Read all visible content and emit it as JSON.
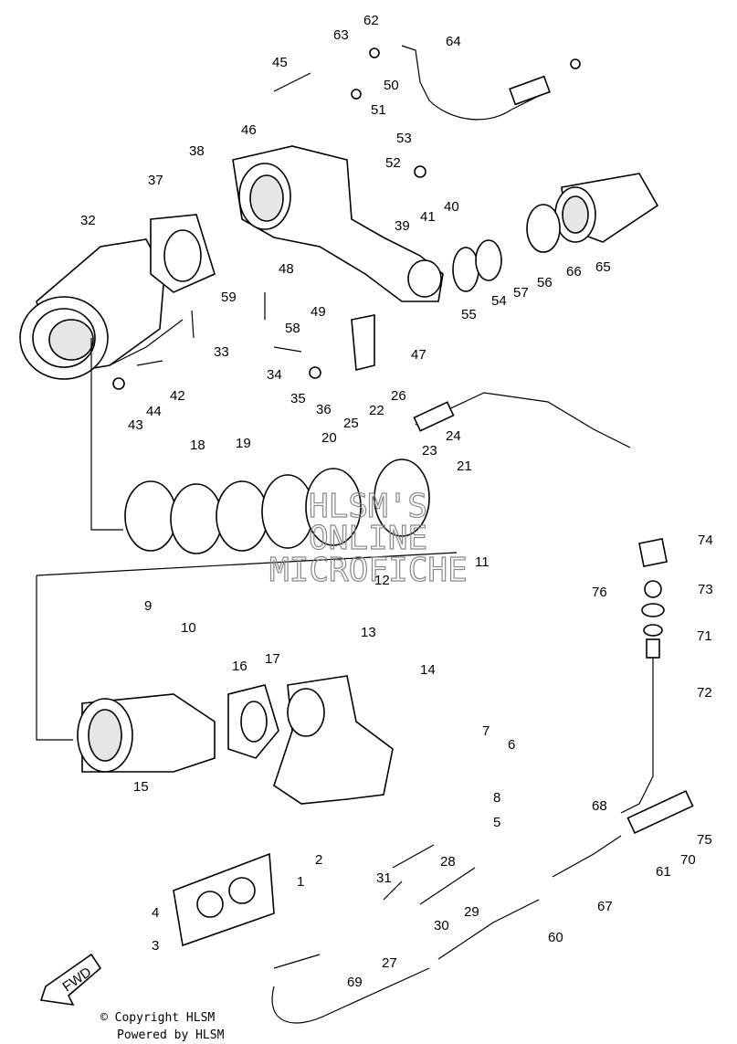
{
  "callouts": [
    "1",
    "2",
    "3",
    "4",
    "5",
    "6",
    "7",
    "8",
    "9",
    "10",
    "11",
    "12",
    "13",
    "14",
    "15",
    "16",
    "17",
    "18",
    "19",
    "20",
    "21",
    "22",
    "23",
    "24",
    "25",
    "26",
    "27",
    "28",
    "29",
    "30",
    "31",
    "32",
    "33",
    "34",
    "35",
    "36",
    "37",
    "38",
    "39",
    "40",
    "41",
    "42",
    "43",
    "44",
    "45",
    "46",
    "47",
    "48",
    "49",
    "50",
    "51",
    "52",
    "53",
    "54",
    "55",
    "56",
    "57",
    "58",
    "59",
    "60",
    "61",
    "62",
    "63",
    "64",
    "65",
    "66",
    "67",
    "68",
    "69",
    "70",
    "71",
    "72",
    "73",
    "74",
    "75",
    "76"
  ],
  "watermark": {
    "line1": "HLSM'S",
    "line2": "ONLINE",
    "line3": "MICROFICHE"
  },
  "footer": {
    "copyright": "© Copyright HLSM",
    "powered": "Powered by HLSM"
  },
  "fwd_label": "FWD"
}
